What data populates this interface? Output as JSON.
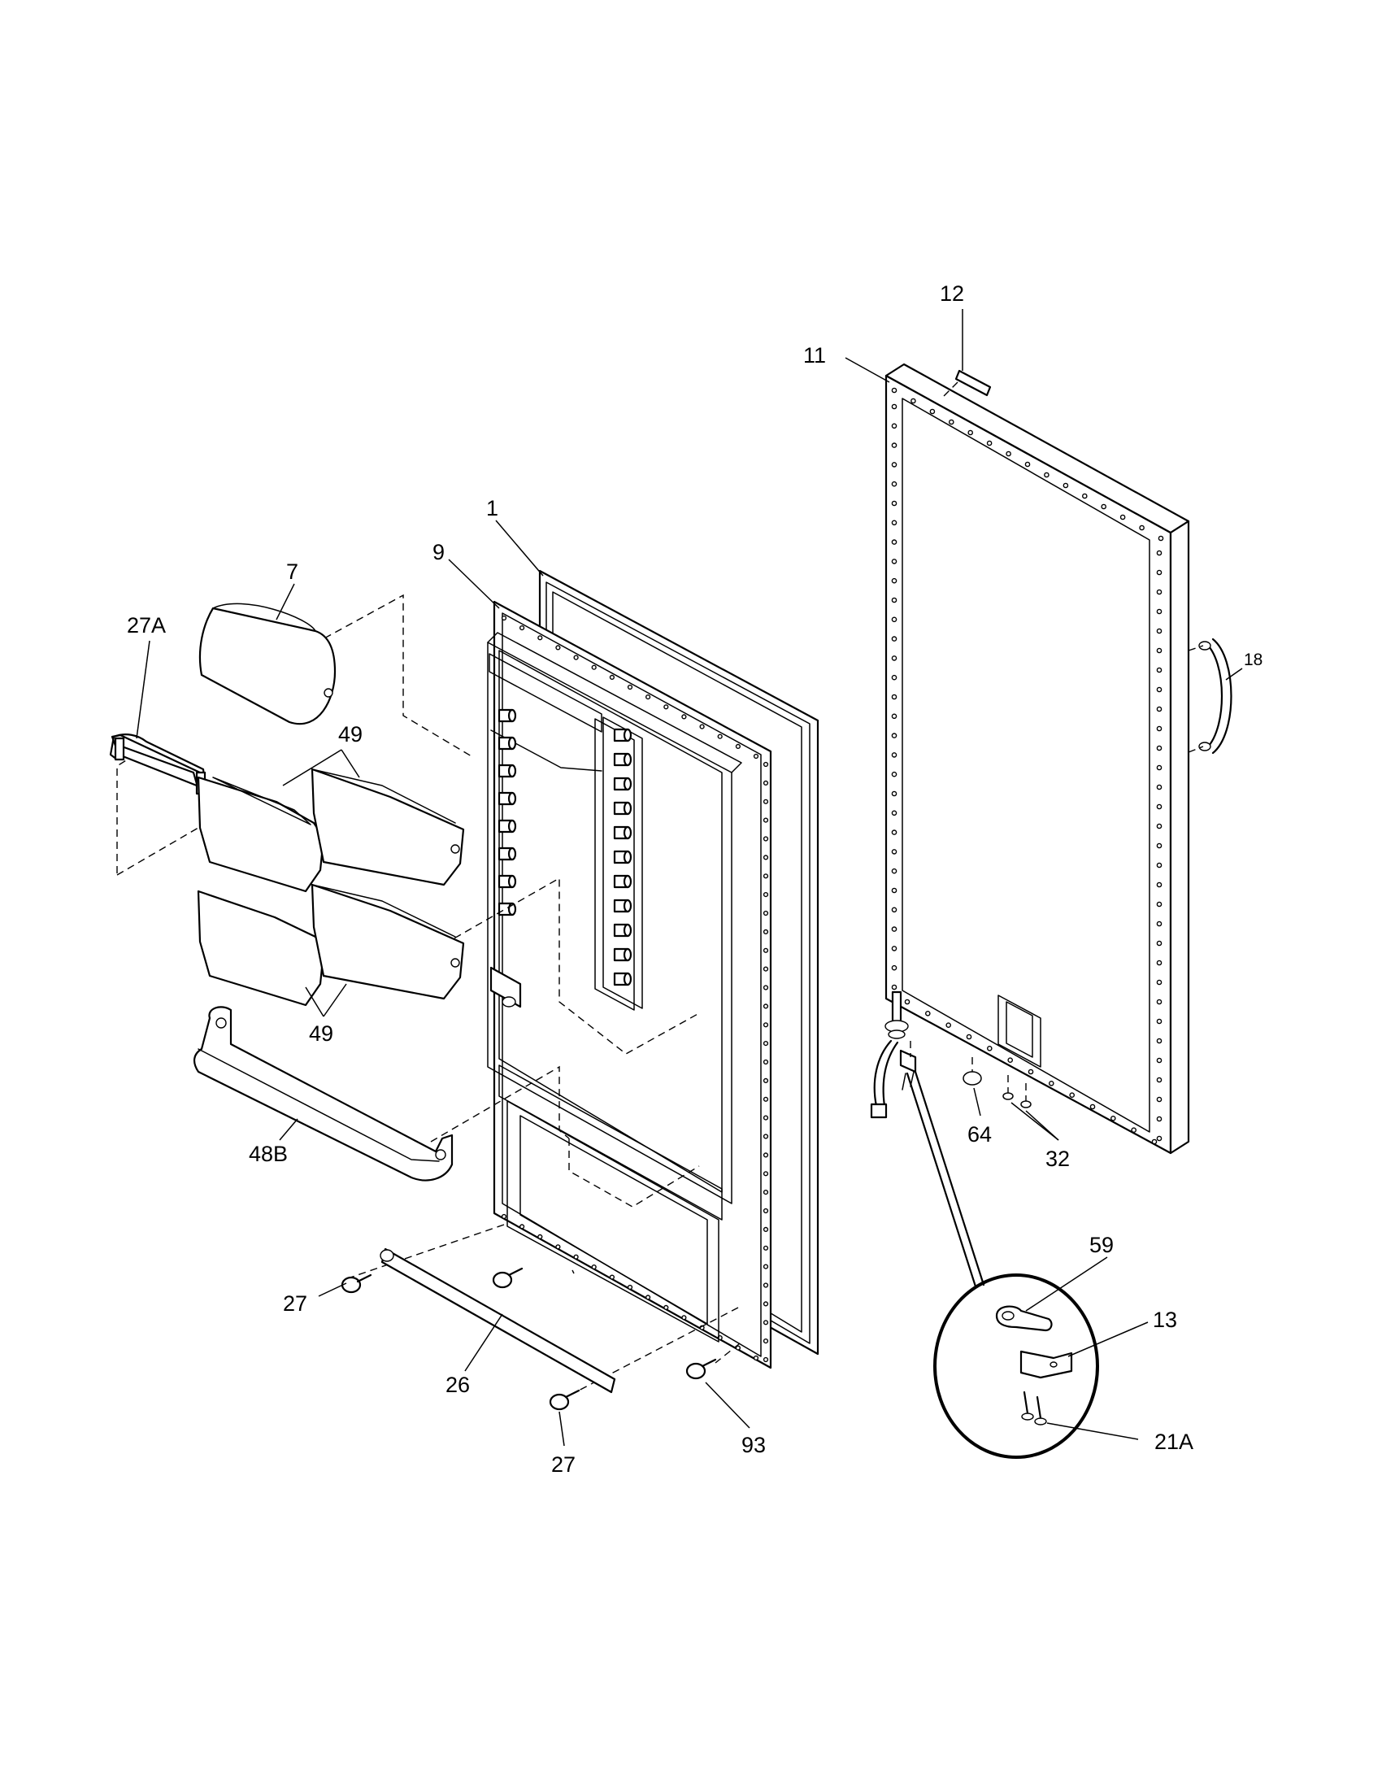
{
  "labels": {
    "p1": "1",
    "p7": "7",
    "p9": "9",
    "p11": "11",
    "p12": "12",
    "p13": "13",
    "p18": "18",
    "p21a": "21A",
    "p26": "26",
    "p27_left": "27",
    "p27_bottom": "27",
    "p27a": "27A",
    "p32": "32",
    "p48b": "48B",
    "p49_top": "49",
    "p49_bottom": "49",
    "p59": "59",
    "p64": "64",
    "p93": "93"
  },
  "colors": {
    "line": "#000000",
    "background": "#ffffff"
  }
}
